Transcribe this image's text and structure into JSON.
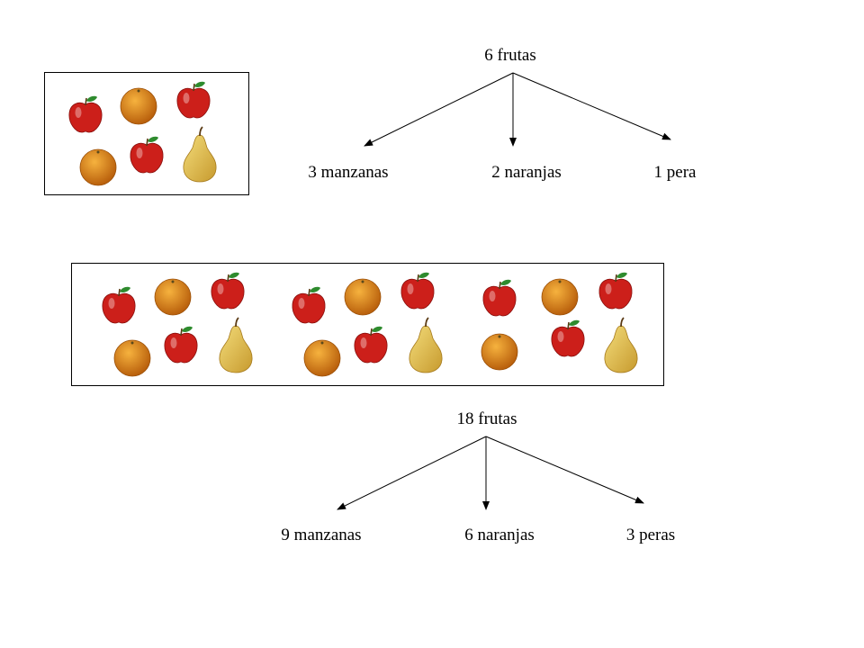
{
  "diagrams": [
    {
      "total_label": "6 frutas",
      "branches": [
        {
          "label": "3 manzanas",
          "fruit": "apple-icon",
          "count": 3
        },
        {
          "label": "2 naranjas",
          "fruit": "orange-icon",
          "count": 2
        },
        {
          "label": "1 pera",
          "fruit": "pear-icon",
          "count": 1
        }
      ]
    },
    {
      "total_label": "18 frutas",
      "branches": [
        {
          "label": "9 manzanas",
          "fruit": "apple-icon",
          "count": 9
        },
        {
          "label": "6 naranjas",
          "fruit": "orange-icon",
          "count": 6
        },
        {
          "label": "3 peras",
          "fruit": "pear-icon",
          "count": 3
        }
      ]
    }
  ],
  "colors": {
    "apple": "#cc1f1a",
    "orange": "#e08a1a",
    "pear": "#e6c24a",
    "leaf": "#2e8b2e",
    "line": "#000000"
  }
}
